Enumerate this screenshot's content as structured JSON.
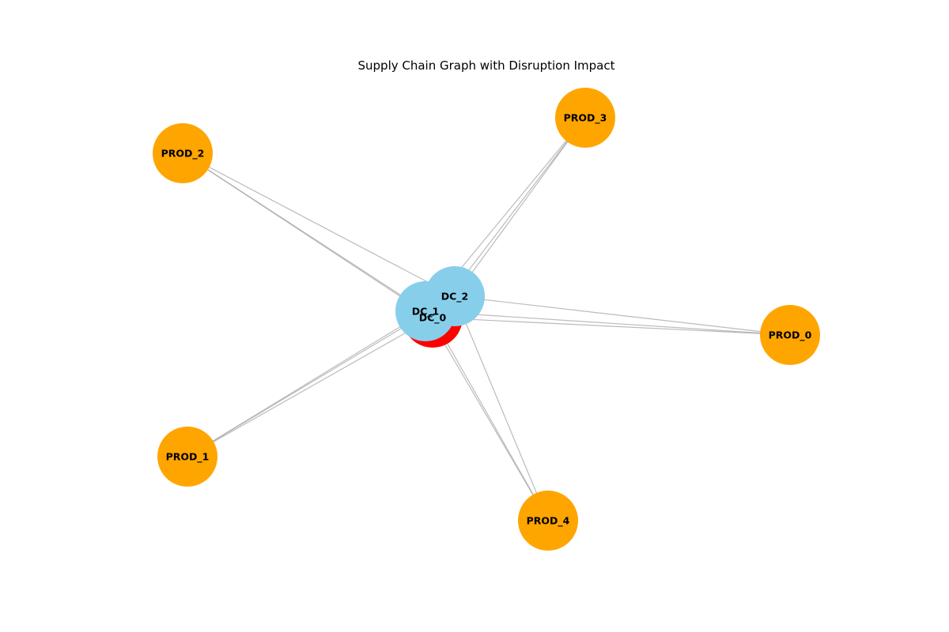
{
  "title": "Supply Chain Graph with Disruption Impact",
  "colors": {
    "product": "#ffa500",
    "dc": "#87ceeb",
    "disrupted": "#ff0000",
    "edge": "#aaaaaa",
    "text": "#000000"
  },
  "nodes": [
    {
      "id": "PROD_0",
      "label": "PROD_0",
      "kind": "product"
    },
    {
      "id": "PROD_1",
      "label": "PROD_1",
      "kind": "product"
    },
    {
      "id": "PROD_2",
      "label": "PROD_2",
      "kind": "product"
    },
    {
      "id": "PROD_3",
      "label": "PROD_3",
      "kind": "product"
    },
    {
      "id": "PROD_4",
      "label": "PROD_4",
      "kind": "product"
    },
    {
      "id": "DC_0",
      "label": "DC_0",
      "kind": "disrupted"
    },
    {
      "id": "DC_1",
      "label": "DC_1",
      "kind": "dc"
    },
    {
      "id": "DC_2",
      "label": "DC_2",
      "kind": "dc"
    }
  ],
  "edges": [
    [
      "DC_0",
      "PROD_0"
    ],
    [
      "DC_1",
      "PROD_0"
    ],
    [
      "DC_2",
      "PROD_0"
    ],
    [
      "DC_0",
      "PROD_1"
    ],
    [
      "DC_1",
      "PROD_1"
    ],
    [
      "DC_2",
      "PROD_1"
    ],
    [
      "DC_0",
      "PROD_2"
    ],
    [
      "DC_1",
      "PROD_2"
    ],
    [
      "DC_2",
      "PROD_2"
    ],
    [
      "DC_0",
      "PROD_3"
    ],
    [
      "DC_1",
      "PROD_3"
    ],
    [
      "DC_2",
      "PROD_3"
    ],
    [
      "DC_0",
      "PROD_4"
    ],
    [
      "DC_1",
      "PROD_4"
    ],
    [
      "DC_2",
      "PROD_4"
    ]
  ]
}
